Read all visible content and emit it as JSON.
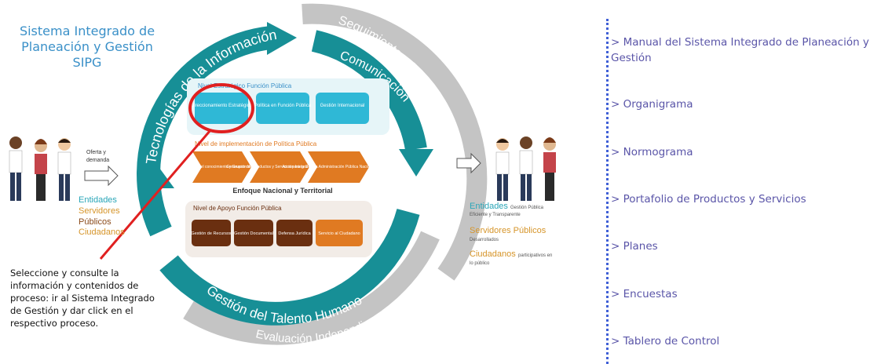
{
  "diagram": {
    "system_title": {
      "line1": "Sistema Integrado de",
      "line2": "Planeación y Gestión",
      "acronym": "SIPG"
    },
    "ring": {
      "tecnologias": "Tecnologías de la Información",
      "seguimiento": "Seguimiento y Evaluación a la Gestión",
      "comunicacion": "Comunicación",
      "talento": "Gestión del Talento Humano",
      "evaluacion": "Evaluación Independiente"
    },
    "strategic": {
      "title": "Nivel Estratégico Función Pública",
      "boxes": [
        "Direccionamiento Estratégico",
        "Política en Función Pública",
        "Gestión Internacional"
      ]
    },
    "implementation": {
      "title": "Nivel de implementación de Política Pública",
      "boxes": [
        "Gestión del conocimiento y Grupos de Valor",
        "Generación de Productos y Servicios para la Gestión Pública",
        "Acción Integral en la Administración Pública Nacional y Territorial"
      ]
    },
    "focus_label": "Enfoque Nacional y Territorial",
    "support": {
      "title": "Nivel de Apoyo Función Pública",
      "boxes": [
        "Gestión de Recursos",
        "Gestión Documental",
        "Defensa Jurídica",
        "Servicio al Ciudadano"
      ]
    },
    "inputs": {
      "offer_demand": [
        "Oferta y",
        "demanda"
      ],
      "entidades": "Entidades",
      "servidores": "Servidores",
      "publicos": "Públicos",
      "ciudadanos": "Ciudadanos"
    },
    "outputs": {
      "entidades": "Entidades",
      "entidades_desc": [
        "Gestión Pública",
        "Eficiente y Transparente"
      ],
      "servidores": "Servidores Públicos",
      "servidores_desc": "Desarrollados",
      "ciudadanos": "Ciudadanos",
      "ciudadanos_desc": [
        "participativos en",
        "lo público"
      ]
    },
    "note": "Seleccione y consulte la información y contenidos de proceso: ir al Sistema Integrado de Gestión y dar click en el respectivo proceso."
  },
  "menu": [
    "> Manual del Sistema Integrado de Planeación y Gestión",
    "> Organigrama",
    "> Normograma",
    "> Portafolio de Productos y Servicios",
    "> Planes",
    "> Encuestas",
    "> Tablero de Control"
  ],
  "colors": {
    "teal": "#178f96",
    "grey_ring": "#c4c4c4",
    "cyan_box": "#2fb8d6",
    "orange": "#e07a22",
    "brown": "#6a2f10",
    "circle_red": "#e02020",
    "menu_text": "#5a55a8",
    "title_blue": "#3a90c8"
  }
}
